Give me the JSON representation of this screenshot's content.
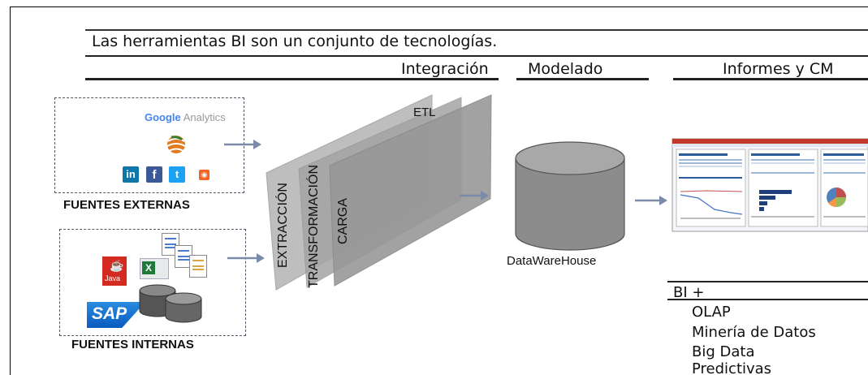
{
  "header": {
    "title": "Las herramientas BI son un conjunto de tecnologías."
  },
  "columns": {
    "integracion": "Integración",
    "modelado": "Modelado",
    "informes": "Informes y CM"
  },
  "sources": {
    "external_label": "FUENTES EXTERNAS",
    "internal_label": "FUENTES INTERNAS",
    "google_analytics": {
      "google": "Google",
      "analytics": "Analytics"
    },
    "social_icons": [
      "linkedin-icon",
      "facebook-icon",
      "twitter-icon",
      "rss-icon"
    ],
    "internal_icons": [
      "java-icon",
      "excel-icon",
      "document-icon",
      "database-icon",
      "sap-logo"
    ],
    "java_text": "Java",
    "sap_text": "SAP"
  },
  "etl": {
    "label": "ETL",
    "stages": [
      "EXTRACCIÓN",
      "TRANSFORMACIÓN",
      "CARGA"
    ]
  },
  "warehouse": {
    "label": "DataWareHouse"
  },
  "bi": {
    "title": "BI +",
    "items": [
      "OLAP",
      "Minería de Datos",
      "Big Data",
      "Predictivas"
    ]
  },
  "colors": {
    "arrow": "#7a8aa8",
    "panel": "#a9a9a9",
    "cylinder": "#8a8a8a",
    "google_blue": "#4285f4",
    "facebook": "#3b5998",
    "linkedin": "#0e76a8",
    "twitter": "#1da1f2",
    "rss": "#f26522",
    "sap": "#0a5bbf"
  }
}
